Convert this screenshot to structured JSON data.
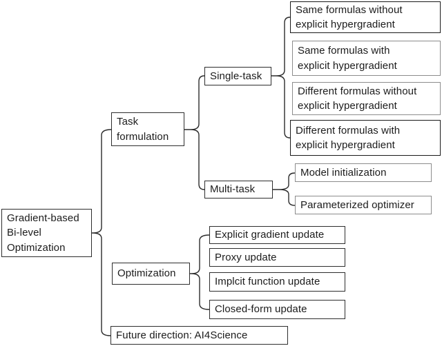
{
  "nodes": {
    "root": {
      "label": "Gradient-based\nBi-level\nOptimization"
    },
    "task_formulation": {
      "label": "Task\nformulation"
    },
    "single_task": {
      "label": "Single-task"
    },
    "multi_task": {
      "label": "Multi-task"
    },
    "same_without": {
      "label": "Same formulas without\nexplicit hypergradient"
    },
    "same_with": {
      "label": "Same formulas with\nexplicit hypergradient"
    },
    "different_without": {
      "label": "Different formulas without\nexplicit hypergradient"
    },
    "different_with": {
      "label": "Different formulas with\nexplicit hypergradient"
    },
    "model_initialization": {
      "label": "Model initialization"
    },
    "parameterized_optimizer": {
      "label": "Parameterized optimizer"
    },
    "optimization": {
      "label": "Optimization"
    },
    "explicit_gradient_update": {
      "label": "Explicit gradient update"
    },
    "proxy_update": {
      "label": "Proxy update"
    },
    "implcit_function_update": {
      "label": "Implcit function update"
    },
    "closed_form_update": {
      "label": "Closed-form update"
    },
    "future_direction": {
      "label": "Future direction: AI4Science"
    }
  },
  "structure": {
    "root": "root",
    "edges": [
      [
        "root",
        "task_formulation"
      ],
      [
        "root",
        "optimization"
      ],
      [
        "root",
        "future_direction"
      ],
      [
        "task_formulation",
        "single_task"
      ],
      [
        "task_formulation",
        "multi_task"
      ],
      [
        "single_task",
        "same_without"
      ],
      [
        "single_task",
        "same_with"
      ],
      [
        "single_task",
        "different_without"
      ],
      [
        "single_task",
        "different_with"
      ],
      [
        "multi_task",
        "model_initialization"
      ],
      [
        "multi_task",
        "parameterized_optimizer"
      ],
      [
        "optimization",
        "explicit_gradient_update"
      ],
      [
        "optimization",
        "proxy_update"
      ],
      [
        "optimization",
        "implcit_function_update"
      ],
      [
        "optimization",
        "closed_form_update"
      ]
    ]
  },
  "colors": {
    "line": "#2b2b2b",
    "text": "#1b1b1b",
    "background": "#ffffff",
    "border_light": "#8c8c8c"
  }
}
